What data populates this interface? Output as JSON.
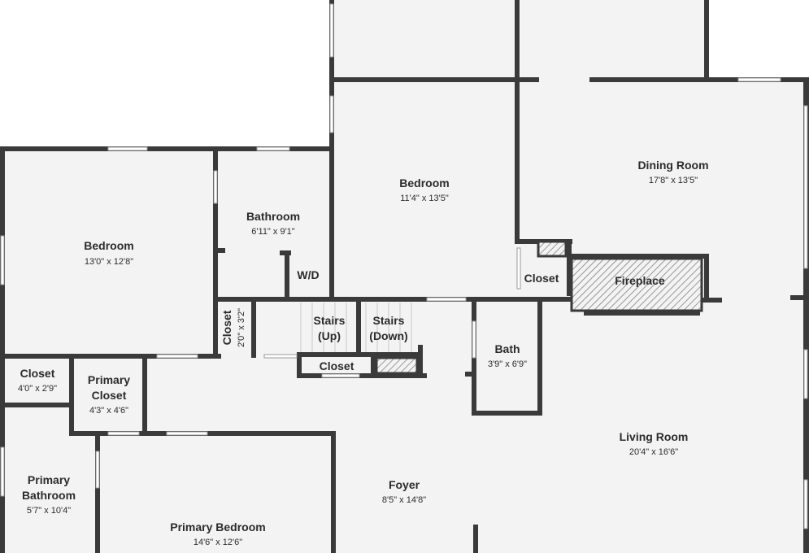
{
  "floor_plan": {
    "rooms": {
      "bedroom_left": {
        "name": "Bedroom",
        "dims": "13'0\" x 12'8\""
      },
      "bathroom": {
        "name": "Bathroom",
        "dims": "6'11\" x 9'1\""
      },
      "bedroom_center": {
        "name": "Bedroom",
        "dims": "11'4\" x 13'5\""
      },
      "dining_room": {
        "name": "Dining Room",
        "dims": "17'8\" x 13'5\""
      },
      "wd": {
        "name": "W/D"
      },
      "closet_vertical": {
        "name": "Closet",
        "dims": "2'0\" x 3'2\""
      },
      "stairs_up": {
        "line1": "Stairs",
        "line2": "(Up)"
      },
      "stairs_down": {
        "line1": "Stairs",
        "line2": "(Down)"
      },
      "closet_small": {
        "name": "Closet"
      },
      "closet_dining": {
        "name": "Closet"
      },
      "fireplace": {
        "name": "Fireplace"
      },
      "bath": {
        "name": "Bath",
        "dims": "3'9\" x 6'9\""
      },
      "closet_left": {
        "name": "Closet",
        "dims": "4'0\" x 2'9\""
      },
      "primary_closet": {
        "line1": "Primary",
        "line2": "Closet",
        "dims": "4'3\" x 4'6\""
      },
      "primary_bathroom": {
        "line1": "Primary",
        "line2": "Bathroom",
        "dims": "5'7\" x 10'4\""
      },
      "primary_bedroom": {
        "name": "Primary Bedroom",
        "dims": "14'6\" x 12'6\""
      },
      "foyer": {
        "name": "Foyer",
        "dims": "8'5\" x 14'8\""
      },
      "living_room": {
        "name": "Living Room",
        "dims": "20'4\" x 16'6\""
      }
    }
  }
}
